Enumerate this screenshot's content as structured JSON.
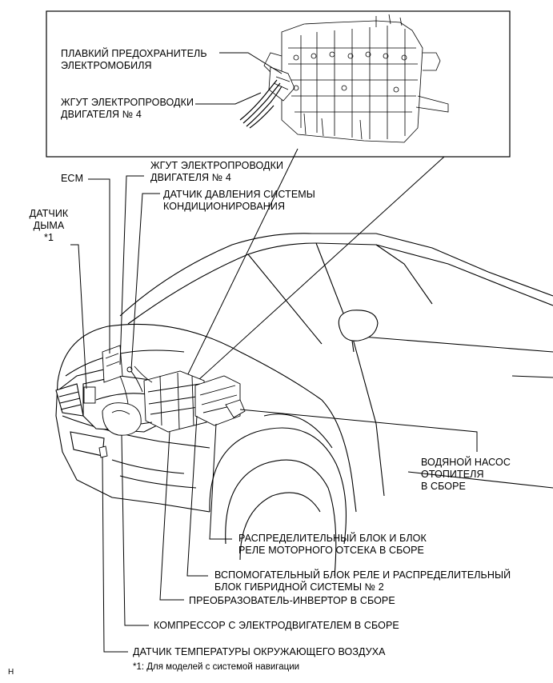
{
  "labels": {
    "ev_fuse": "ПЛАВКИЙ ПРЕДОХРАНИТЕЛЬ\nЭЛЕКТРОМОБИЛЯ",
    "harness_inset": "ЖГУТ ЭЛЕКТРОПРОВОДКИ\nДВИГАТЕЛЯ № 4",
    "ecm": "ECM",
    "harness_main": "ЖГУТ ЭЛЕКТРОПРОВОДКИ\nДВИГАТЕЛЯ № 4",
    "ac_pressure_sensor": "ДАТЧИК ДАВЛЕНИЯ СИСТЕМЫ\nКОНДИЦИОНИРОВАНИЯ",
    "smoke_sensor": "ДАТЧИК\nДЫМА\n*1",
    "water_pump": "ВОДЯНОЙ НАСОС\nОТОПИТЕЛЯ\nВ СБОРЕ",
    "engine_relay_block": "РАСПРЕДЕЛИТЕЛЬНЫЙ БЛОК И БЛОК\nРЕЛЕ МОТОРНОГО ОТСЕКА В СБОРЕ",
    "hybrid_relay_block": "ВСПОМОГАТЕЛЬНЫЙ БЛОК РЕЛЕ И РАСПРЕДЕЛИТЕЛЬНЫЙ\nБЛОК ГИБРИДНОЙ СИСТЕМЫ № 2",
    "inverter": "ПРЕОБРАЗОВАТЕЛЬ-ИНВЕРТОР В СБОРЕ",
    "compressor": "КОМПРЕССОР С ЭЛЕКТРОДВИГАТЕЛЕМ В СБОРЕ",
    "ambient_sensor": "ДАТЧИК ТЕМПЕРАТУРЫ ОКРУЖАЮЩЕГО ВОЗДУХА"
  },
  "footnote": "*1: Для моделей с системой навигации",
  "corner_mark": "H",
  "colors": {
    "ink": "#000000",
    "paper": "#ffffff",
    "shade": "#d9d9d9"
  }
}
